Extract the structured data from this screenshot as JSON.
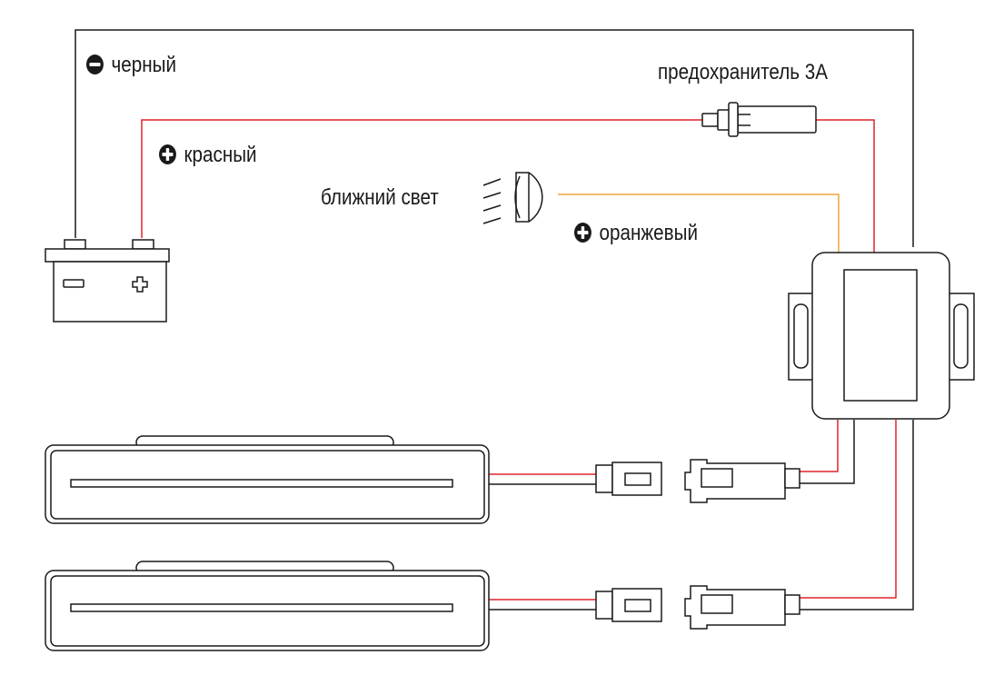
{
  "labels": {
    "black": "черный",
    "red": "красный",
    "fuse": "предохранитель 3А",
    "low_beam": "ближний свет",
    "orange": "оранжевый"
  },
  "colors": {
    "black_wire": "#1a1a1a",
    "red_wire": "#e0242a",
    "orange_wire": "#f2a33a",
    "outline": "#1a1a1a"
  },
  "components": [
    "battery",
    "fuse",
    "low-beam-headlight",
    "controller-unit",
    "drl-lamp-1",
    "drl-lamp-2",
    "connector-pair-1",
    "connector-pair-2"
  ]
}
